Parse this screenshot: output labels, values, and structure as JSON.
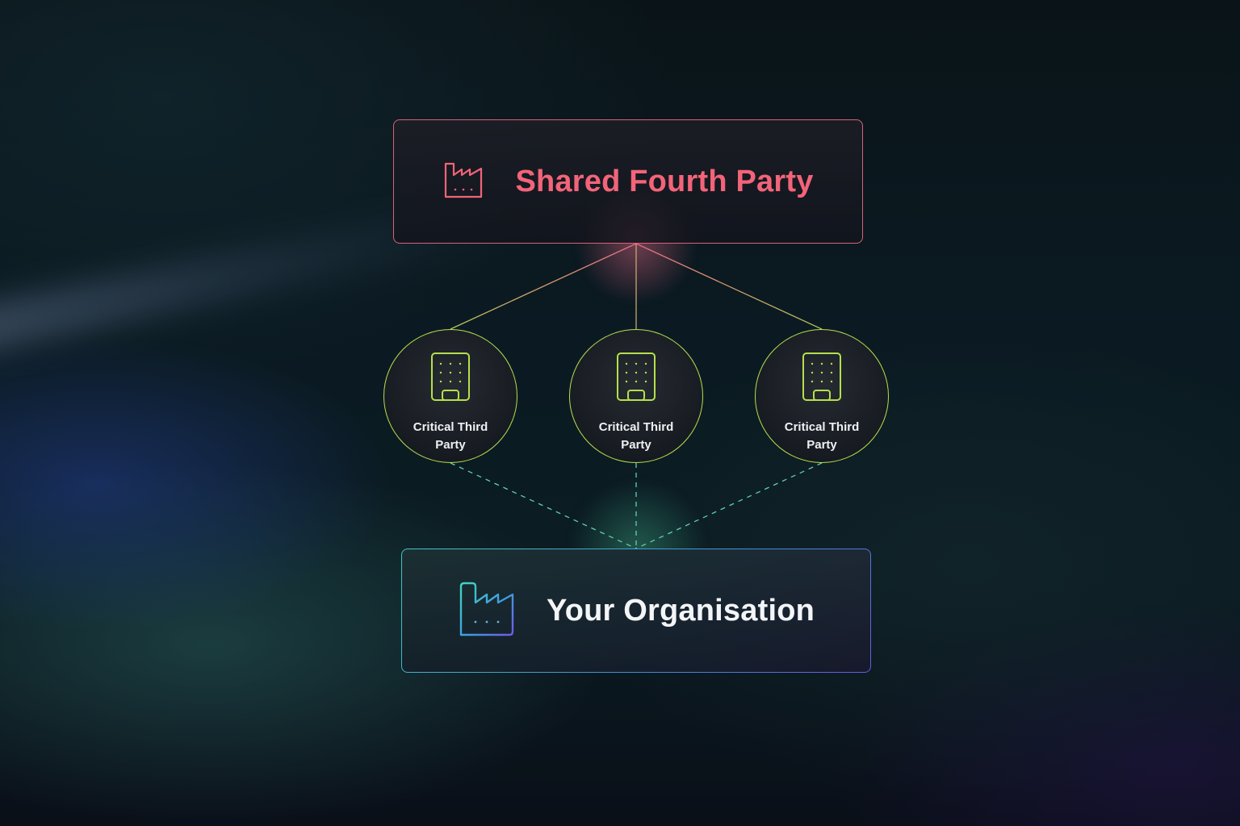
{
  "diagram": {
    "top_node": {
      "label": "Shared Fourth Party",
      "icon": "factory-icon",
      "color": "#f26479"
    },
    "middle_nodes": [
      {
        "label": "Critical Third Party",
        "icon": "building-icon"
      },
      {
        "label": "Critical Third Party",
        "icon": "building-icon"
      },
      {
        "label": "Critical Third Party",
        "icon": "building-icon"
      }
    ],
    "bottom_node": {
      "label": "Your Organisation",
      "icon": "factory-icon",
      "color": "#f4f5f7"
    },
    "colors": {
      "accent_pink": "#d8617a",
      "accent_lime": "#b6e04c",
      "accent_teal": "#5fd0b0",
      "background": "#070b14"
    }
  }
}
